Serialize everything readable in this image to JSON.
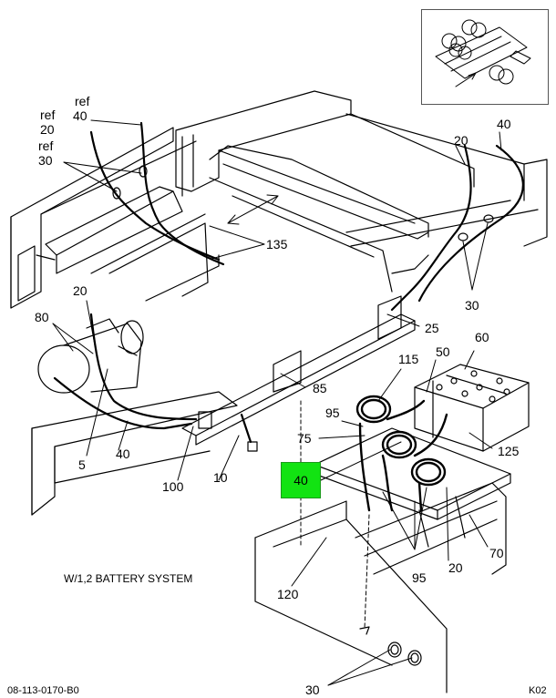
{
  "labels": {
    "ref_a": "ref",
    "n40_top": "40",
    "ref_b": "ref",
    "n20_top": "20",
    "ref_c": "ref",
    "n30_top": "30",
    "n20_right": "20",
    "n40_right": "40",
    "n135": "135",
    "n30_mid": "30",
    "n25": "25",
    "n20_left": "20",
    "n80": "80",
    "n115": "115",
    "n50": "50",
    "n60": "60",
    "n85": "85",
    "n95_a": "95",
    "n75": "75",
    "n125": "125",
    "n5": "5",
    "n40_low": "40",
    "n100": "100",
    "n10": "10",
    "n40_highlight": "40",
    "n70": "70",
    "n95_b": "95",
    "n20_low": "20",
    "n120": "120",
    "n30_bottom": "30"
  },
  "caption": "W/1,2 BATTERY SYSTEM",
  "footer": {
    "left": "08-113-0170-B0",
    "right": "K02"
  },
  "colors": {
    "highlight": "#12e312",
    "line": "#000000"
  }
}
